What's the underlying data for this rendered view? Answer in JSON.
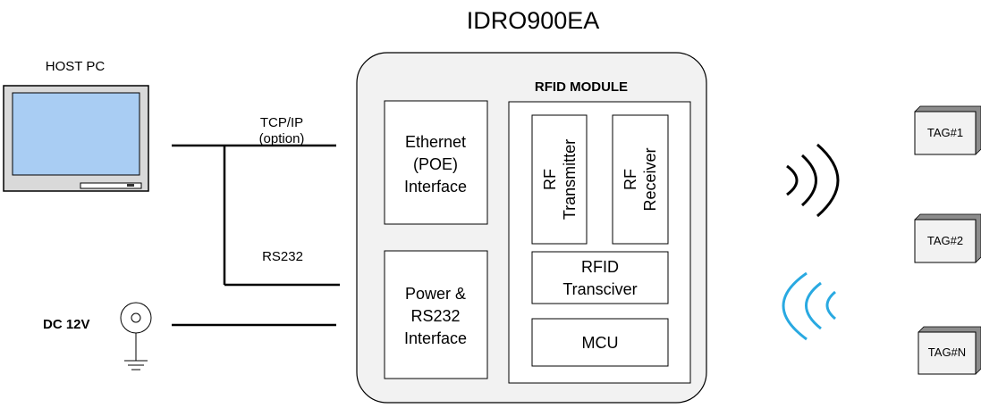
{
  "title": "IDRO900EA",
  "host_label": "HOST PC",
  "tcpip_line1": "TCP/IP",
  "tcpip_line2": "(option)",
  "rs232_label": "RS232",
  "dc_label": "DC 12V",
  "module_label": "RFID MODULE",
  "ethernet_block": [
    "Ethernet",
    "(POE)",
    "Interface"
  ],
  "power_block": [
    "Power &",
    "RS232",
    "Interface"
  ],
  "rf_transmitter": [
    "RF",
    "Transmitter"
  ],
  "rf_receiver": [
    "RF",
    "Receiver"
  ],
  "transceiver_block": [
    "RFID",
    "Transciver"
  ],
  "mcu_label": "MCU",
  "tags": [
    "TAG#1",
    "TAG#2",
    "TAG#N"
  ],
  "colors": {
    "monitor_screen": "#a9cdf3",
    "monitor_body": "#d9d9d9",
    "tag_fill": "#f2f2f2",
    "outgoing_wave": "#000000",
    "incoming_wave": "#29a9e1",
    "enclosure_fill": "#f2f2f2"
  }
}
